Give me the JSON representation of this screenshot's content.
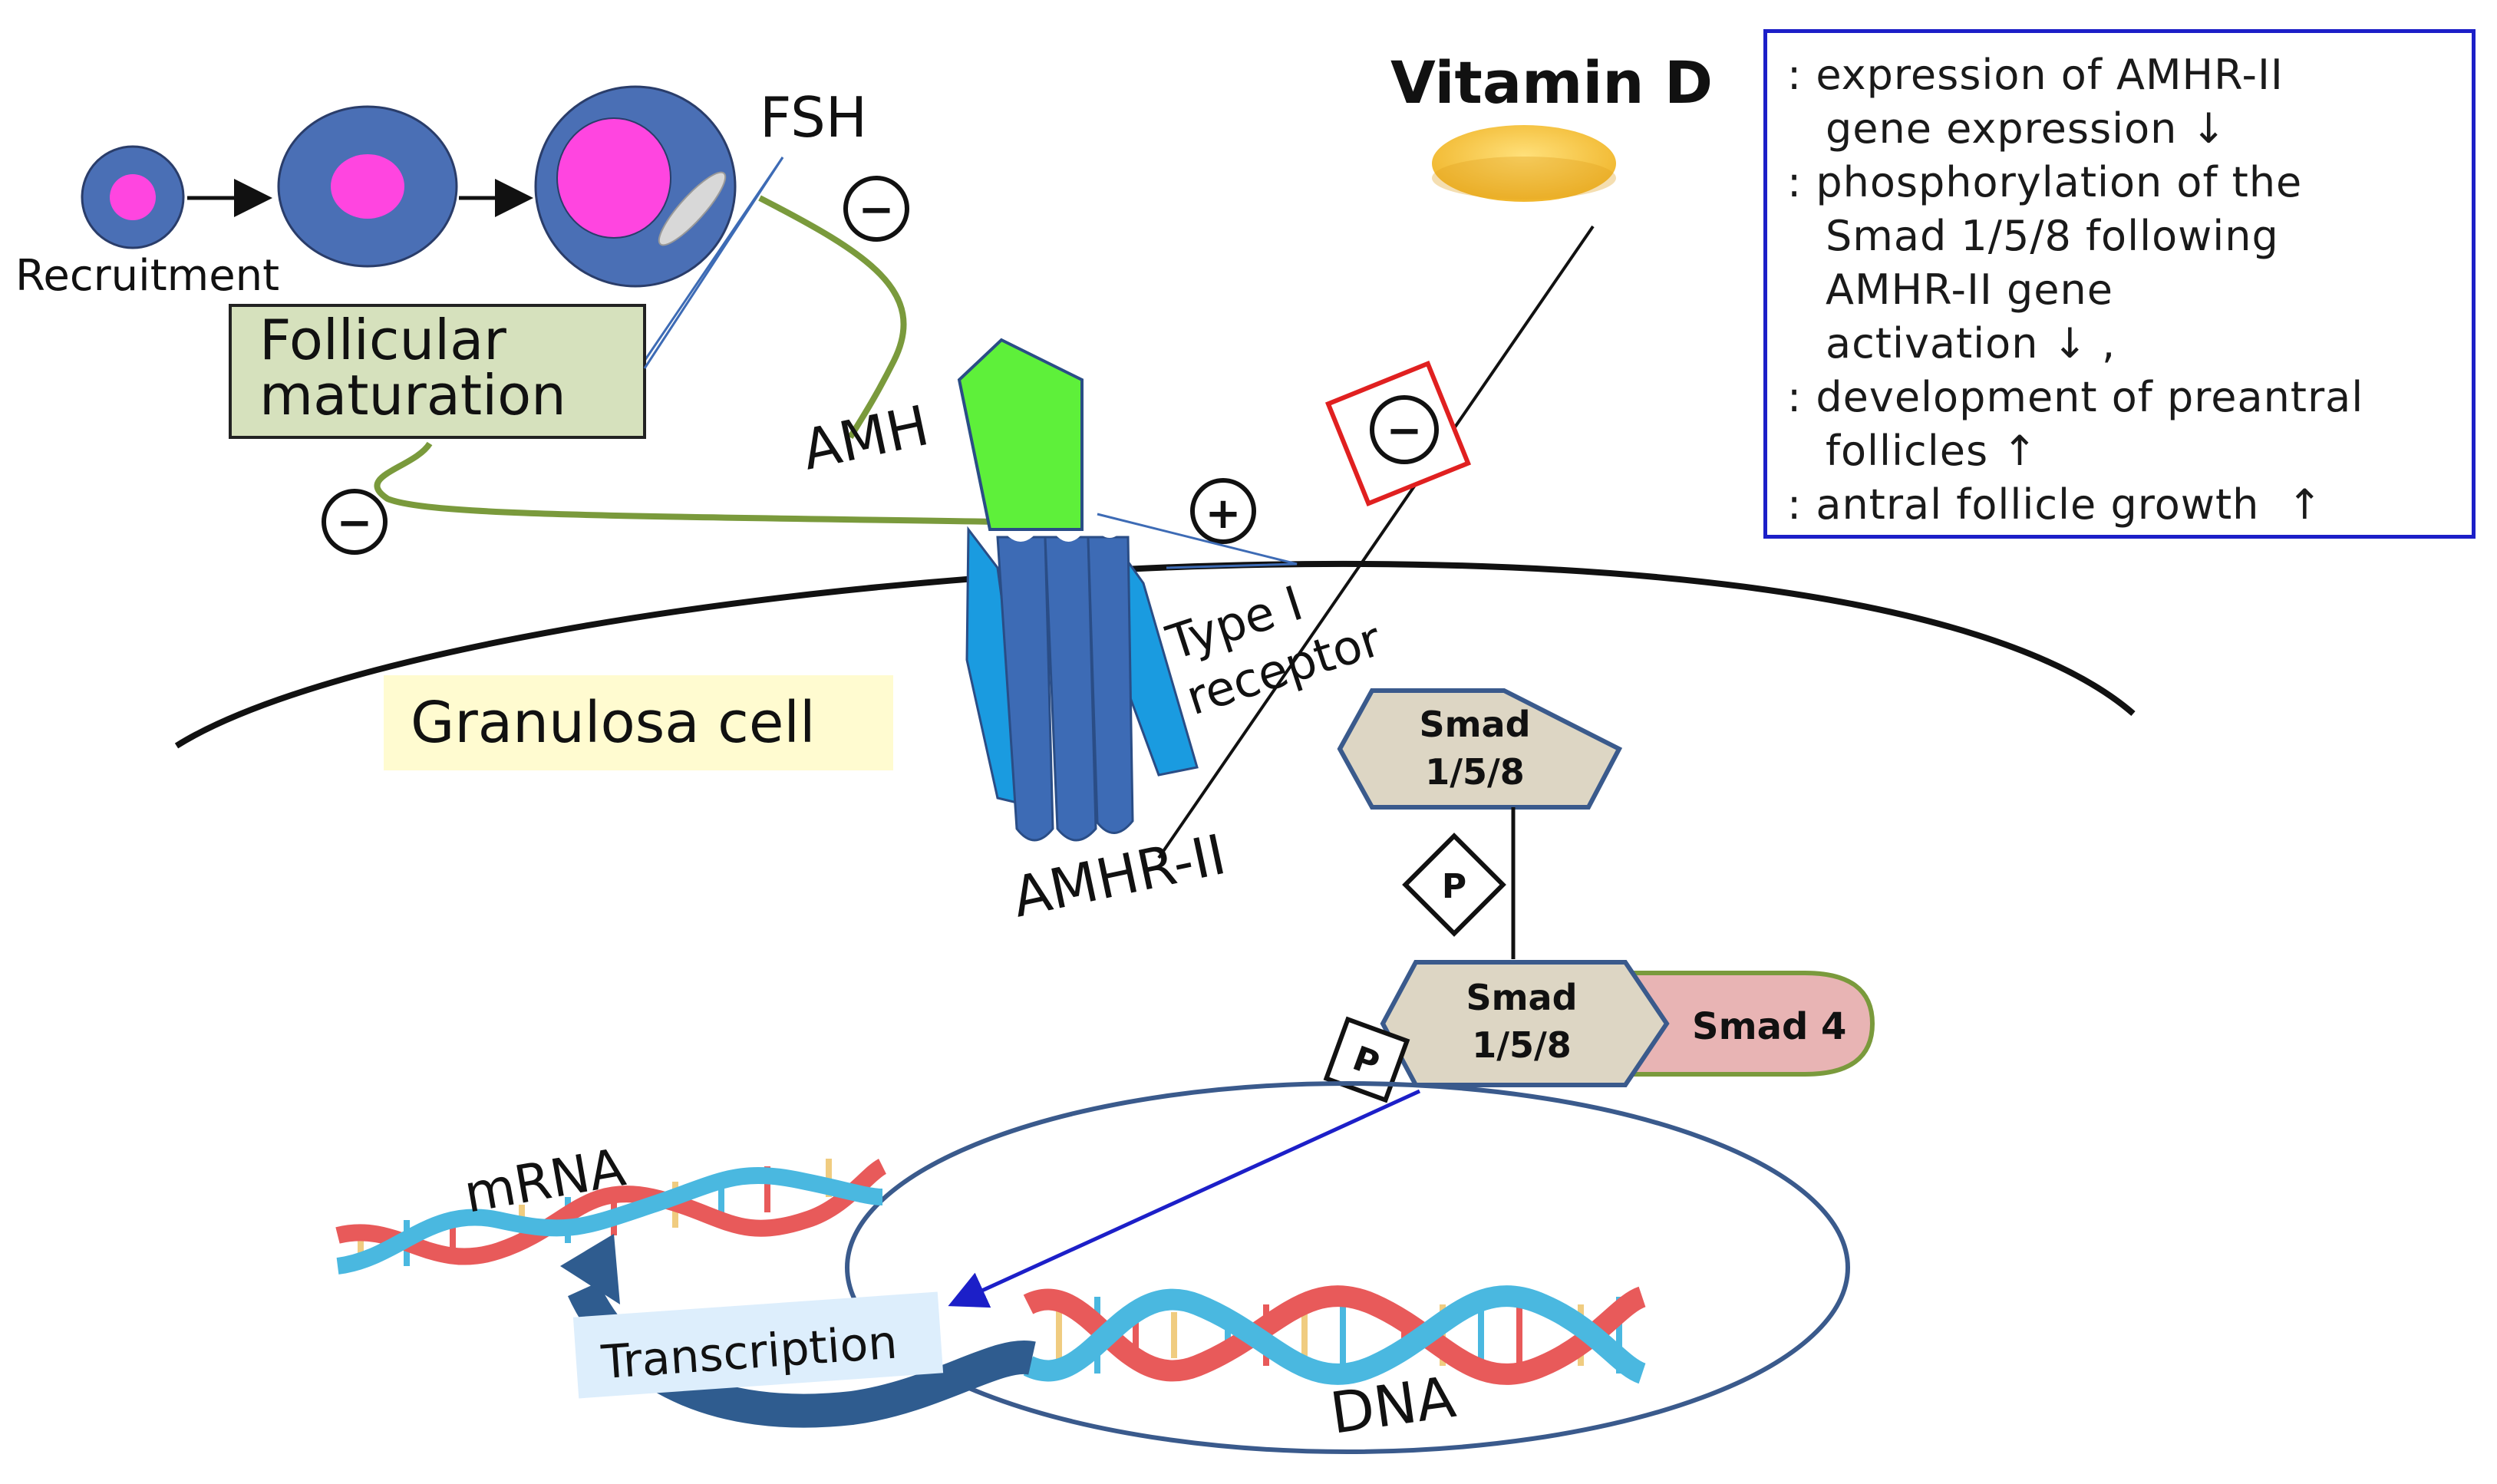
{
  "labels": {
    "fsh": "FSH",
    "recruitment": "Recruitment",
    "follicular_maturation": [
      "Follicular",
      "maturation"
    ],
    "amh": "AMH",
    "vitamin_d": "Vitamin D",
    "type1_receptor": [
      "Type I",
      "receptor"
    ],
    "granulosa_cell": "Granulosa cell",
    "amhr2": "AMHR-II",
    "smad_158_top": [
      "Smad",
      "1/5/8"
    ],
    "smad_158_bottom": [
      "Smad",
      "1/5/8"
    ],
    "smad4": "Smad 4",
    "phospho": "P",
    "mrna": "mRNA",
    "transcription": "Transcription",
    "dna": "DNA",
    "minus": "−",
    "plus": "+"
  },
  "effects_box": [
    {
      "text": ": expression of AMHR-II",
      "indent": false
    },
    {
      "text": "gene expression ↓",
      "indent": true
    },
    {
      "text": ": phosphorylation of the",
      "indent": false
    },
    {
      "text": "Smad 1/5/8 following",
      "indent": true
    },
    {
      "text": "AMHR-II gene",
      "indent": true
    },
    {
      "text": "activation ↓ ,",
      "indent": true
    },
    {
      "text": ": development of preantral",
      "indent": false
    },
    {
      "text": "follicles ↑",
      "indent": true
    },
    {
      "text": ": antral follicle growth  ↑",
      "indent": false
    }
  ],
  "colors": {
    "follicle_outer": "#4a6fb5",
    "follicle_inner": "#ff45e0",
    "maturation_box_fill": "#d6e1bd",
    "connector_green": "#7a9a3c",
    "amh_green": "#5ef03a",
    "receptor_light": "#1a9be0",
    "receptor_dark": "#3d6bb5",
    "smad_fill": "#ddd6c4",
    "smad_border": "#3a5a8c",
    "smad4_fill": "#e8b4b4",
    "inhibit_red": "#e02020",
    "vitamin_pill": "#f5c040",
    "info_border": "#1c1fc8",
    "dna_red": "#e85a5a",
    "dna_blue": "#4ab8e0",
    "dna_yellow": "#f0cc80",
    "transcription_arrow": "#2f5c8f",
    "granulosa_label_bg": "#fffbd0",
    "transcription_label_bg": "#ddeefc"
  }
}
